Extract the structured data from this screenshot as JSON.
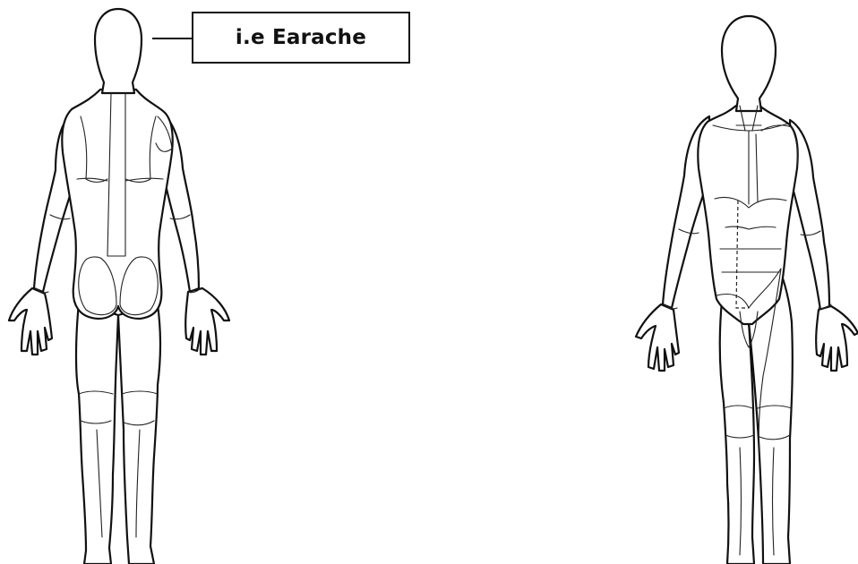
{
  "callout": {
    "text": "i.e Earache"
  },
  "colors": {
    "ink": "#111111",
    "background": "#ffffff"
  },
  "figures": {
    "left": "figure-back-view",
    "right": "figure-front-view"
  }
}
